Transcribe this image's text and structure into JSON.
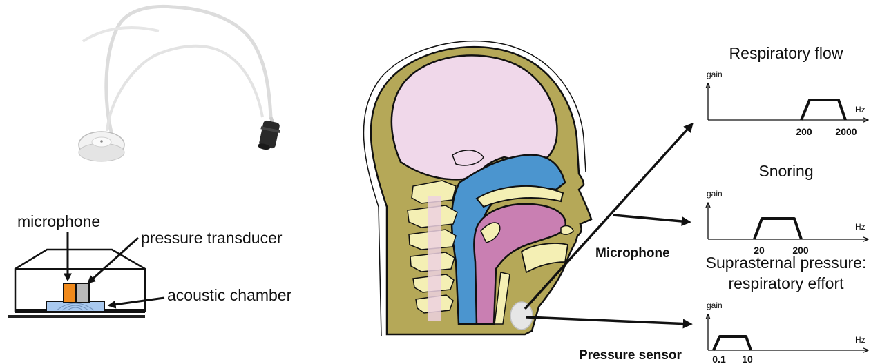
{
  "sensor_labels": {
    "microphone": "microphone",
    "pressure_transducer": "pressure transducer",
    "acoustic_chamber": "acoustic chamber"
  },
  "channel_labels": {
    "microphone": "Microphone",
    "pressure_sensor": "Pressure sensor"
  },
  "graphs": [
    {
      "title_lines": [
        "Respiratory flow"
      ],
      "y_label": "gain",
      "x_unit": "Hz",
      "band": [
        "200",
        "2000"
      ]
    },
    {
      "title_lines": [
        "Snoring"
      ],
      "y_label": "gain",
      "x_unit": "Hz",
      "band": [
        "20",
        "200"
      ]
    },
    {
      "title_lines": [
        "Suprasternal pressure:",
        "respiratory effort"
      ],
      "y_label": "gain",
      "x_unit": "Hz",
      "band": [
        "0.1",
        "10"
      ]
    }
  ],
  "colors": {
    "skin": "#b5a858",
    "brain": "#f0d8ea",
    "airway": "#4b95cf",
    "tongue": "#c97fb2",
    "bone": "#f4efb4",
    "microphone_element": "#f08a1c",
    "transducer_element": "#b9b9b9",
    "chamber": "#a9c9ef"
  }
}
